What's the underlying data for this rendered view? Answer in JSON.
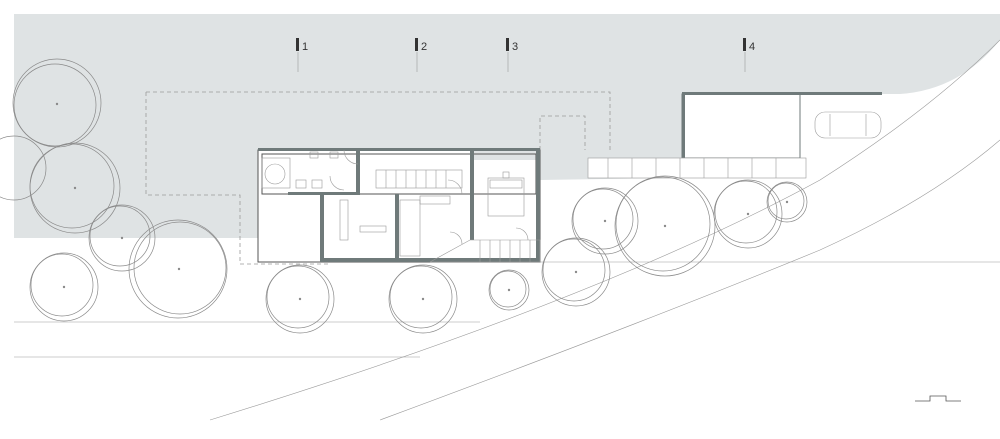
{
  "colors": {
    "ground": "#dfe3e4",
    "line": "#8a8a8a",
    "wall": "#6f7a7a",
    "background": "#ffffff"
  },
  "section_markers": [
    {
      "label": "1"
    },
    {
      "label": "2"
    },
    {
      "label": "3"
    },
    {
      "label": "4"
    }
  ],
  "icons": [
    "section-marker-icon",
    "tree-icon",
    "car-icon",
    "bed-icon",
    "scale-bar-icon"
  ]
}
